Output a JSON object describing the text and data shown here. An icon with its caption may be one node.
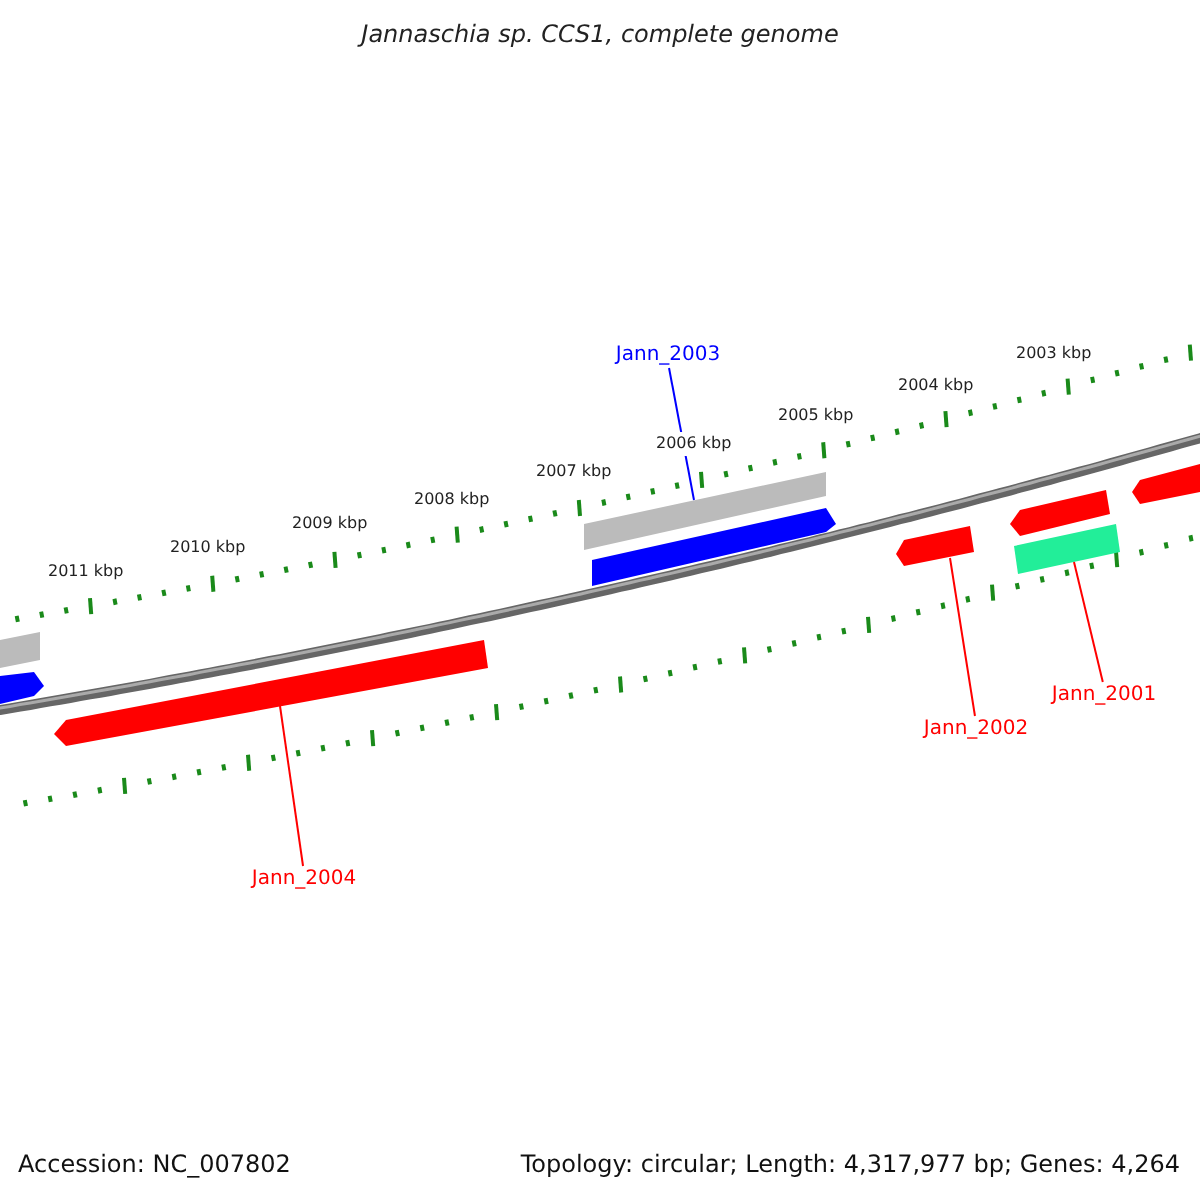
{
  "diagram": {
    "title": "Jannaschia sp. CCS1, complete genome",
    "nodes": [
      {
        "text": [
          "Jann_2003"
        ]
      },
      {
        "text": [],
        "shape": "bar"
      },
      {
        "text": [],
        "shape": "bar"
      },
      {
        "text": [],
        "shape": "bar"
      },
      {
        "text": [],
        "shape": "bar"
      },
      {
        "text": [],
        "shape": "bar"
      },
      {
        "text": [],
        "shape": "bar"
      },
      {
        "text": [],
        "shape": "bar"
      },
      {
        "text": [],
        "shape": "bar"
      },
      {
        "text": [],
        "shape": "bar"
      },
      {
        "text": [
          "Jann_2001"
        ]
      },
      {
        "text": [
          "Jann_2002"
        ]
      },
      {
        "text": [
          "Jann_2004"
        ]
      }
    ],
    "edges": [
      {
        "from": 0,
        "to": 1,
        "arrow": "none",
        "color": "#0000ff"
      },
      {
        "from": 11,
        "to": 5,
        "arrow": "none"
      },
      {
        "from": 10,
        "to": 6,
        "arrow": "none"
      },
      {
        "from": 12,
        "to": 9,
        "arrow": "none"
      }
    ],
    "labels": [
      "2003 kbp",
      "2004 kbp",
      "2005 kbp",
      "2006 kbp",
      "2007 kbp",
      "2008 kbp",
      "2009 kbp",
      "2010 kbp",
      "2011 kbp",
      "Accession: NC_007802",
      "Topology: circular; Length: 4,317,977 bp; Genes: 4,264"
    ]
  }
}
